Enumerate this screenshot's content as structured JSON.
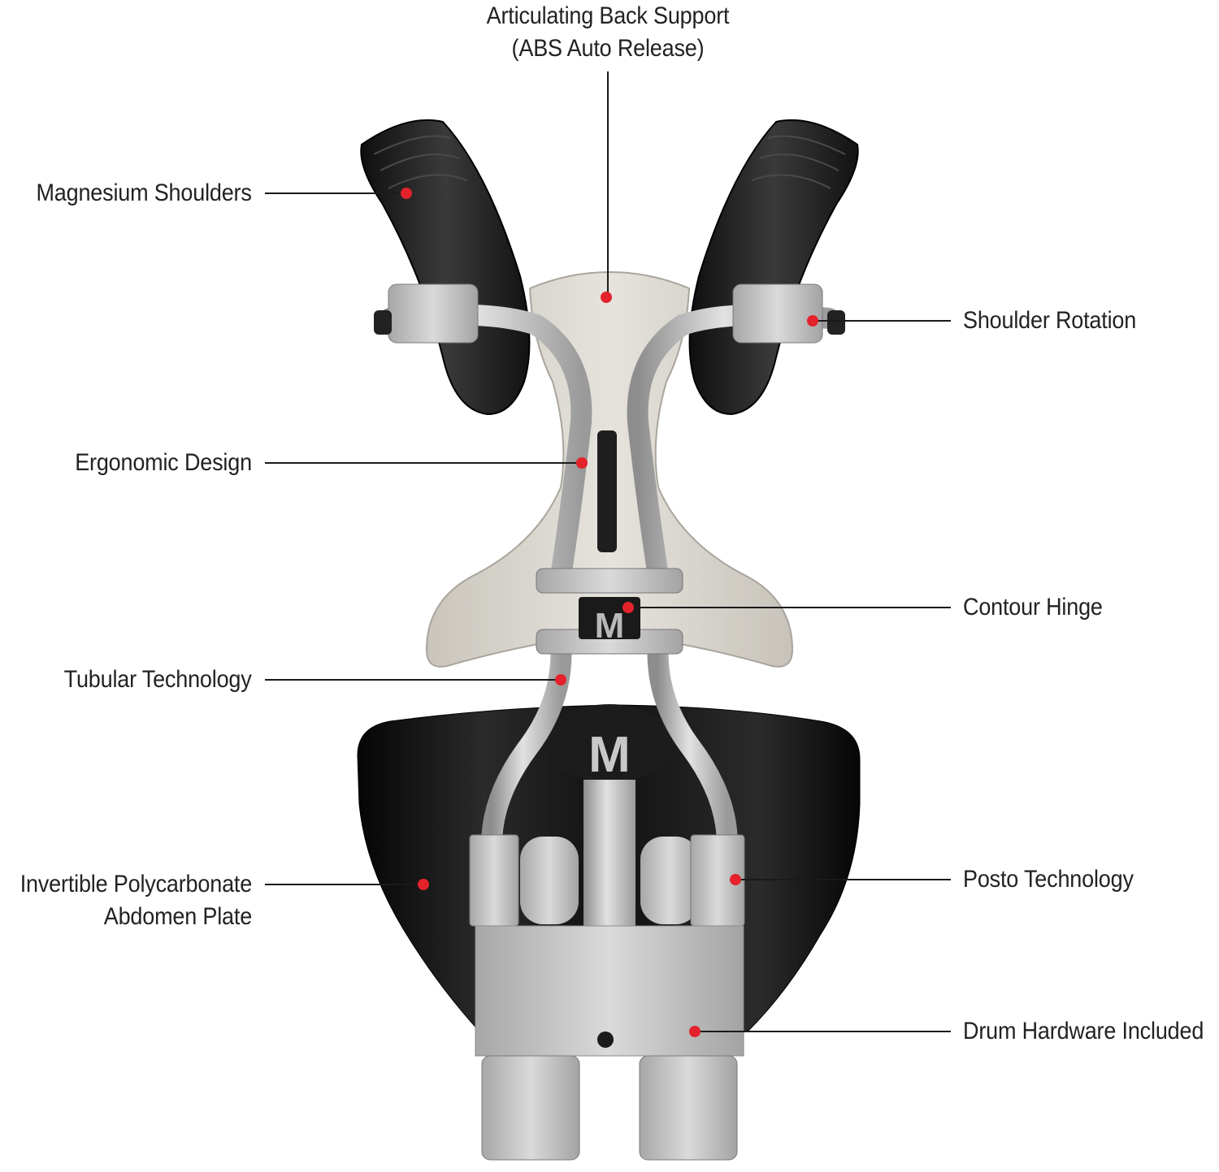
{
  "diagram": {
    "labels": {
      "back_support": [
        "Articulating Back Support",
        "(ABS Auto Release)"
      ],
      "magnesium_shoulders": "Magnesium Shoulders",
      "shoulder_rotation": "Shoulder Rotation",
      "ergonomic_design": "Ergonomic Design",
      "contour_hinge": "Contour Hinge",
      "tubular_technology": "Tubular Technology",
      "abdomen_plate": [
        "Invertible Polycarbonate",
        "Abdomen Plate"
      ],
      "posto_technology": "Posto Technology",
      "drum_hardware": "Drum Hardware Included"
    },
    "plate_logo": "M",
    "colors": {
      "marker": "#e3222b",
      "leader_line": "#1a1a1a",
      "label_text": "#222222",
      "aluminum": "#c9c9c9",
      "back_plate": "#d9d6cf",
      "black_pad": "#1b1b1b",
      "abdomen_plate": "#0d0d0d"
    }
  }
}
